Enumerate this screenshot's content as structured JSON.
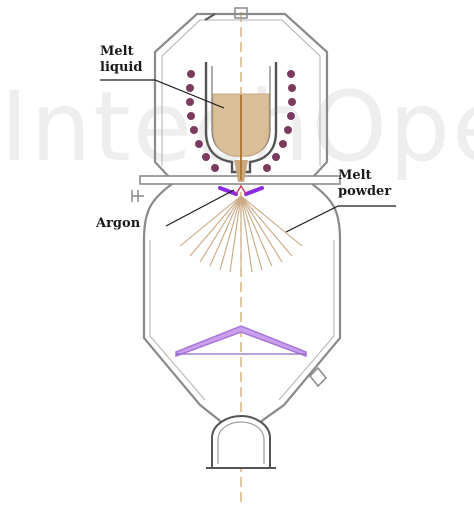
{
  "labels": {
    "melt_liquid_line1": "Melt",
    "melt_liquid_line2": "liquid",
    "melt_powder_line1": "Melt",
    "melt_powder_line2": "powder",
    "argon": "Argon"
  },
  "colors": {
    "vessel_outline": "#8a8a8a",
    "crucible_wall": "#555555",
    "melt_fill": "#d9bf98",
    "induction_coil": "#7a3b5e",
    "spray_particles": "#c9a882",
    "gas_nozzle": "#8a2be2",
    "collector_cone": "#b97fe0",
    "center_axis": "#c8a060"
  }
}
